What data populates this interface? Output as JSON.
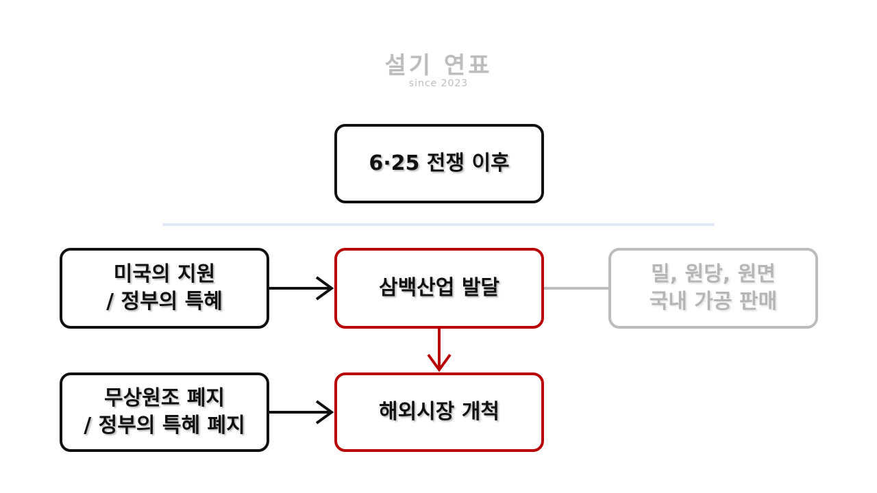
{
  "logo": {
    "title": "설기 연표",
    "subtitle": "since 2023"
  },
  "diagram": {
    "top_box": "6·25 전쟁 이후",
    "center_box": "삼백산업 발달",
    "bottom_box": "해외시장 개척",
    "left_top_box": "미국의 지원\n/ 정부의 특혜",
    "left_bottom_box": "무상원조 폐지\n/ 정부의 특혜 폐지",
    "right_box": "밀, 원당, 원면\n국내 가공 판매"
  },
  "colors": {
    "text": "#111111",
    "highlight_border": "#b80000",
    "muted": "#bcbcbc",
    "divider": "#dde9f5",
    "logo": "#bdbdbd"
  }
}
